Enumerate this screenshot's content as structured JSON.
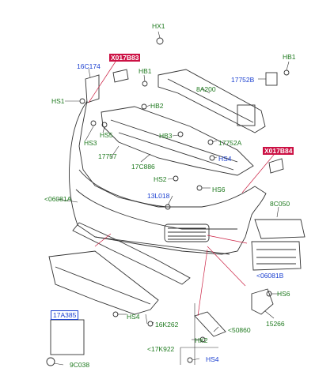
{
  "diagram": {
    "colors": {
      "line": "#333333",
      "green": "#1f7a1f",
      "blue": "#1a3fd0",
      "red_leader": "#cc2244",
      "red_label_bg": "#cc1144"
    },
    "labels": {
      "hx1": "HX1",
      "part_16c174": "16C174",
      "red_top": "X017B83",
      "hb1_left": "HB1",
      "hb1_right": "HB1",
      "part_8a200": "8A200",
      "part_17752b": "17752B",
      "hs1": "HS1",
      "hb2": "HB2",
      "hs3": "HS3",
      "hs5": "HS5",
      "hb3": "HB3",
      "part_17752a": "17752A",
      "part_17757": "17757",
      "part_17c886": "17C886",
      "hs4_mid": "HS4",
      "red_right": "X017B84",
      "hs2": "HS2",
      "hs6_mid": "HS6",
      "part_13l018": "13L018",
      "part_06081a": "<06081A",
      "part_8c050": "8C050",
      "part_06081b": "<06081B",
      "hs6_right": "HS6",
      "part_17a385": "17A385",
      "hs4_low": "HS4",
      "part_16k262": "16K262",
      "part_15266": "15266",
      "part_50860": "<50860",
      "hx2": "HX2",
      "part_17k922": "<17K922",
      "hs4_bottom": "HS4",
      "part_9c038": "9C038"
    }
  }
}
